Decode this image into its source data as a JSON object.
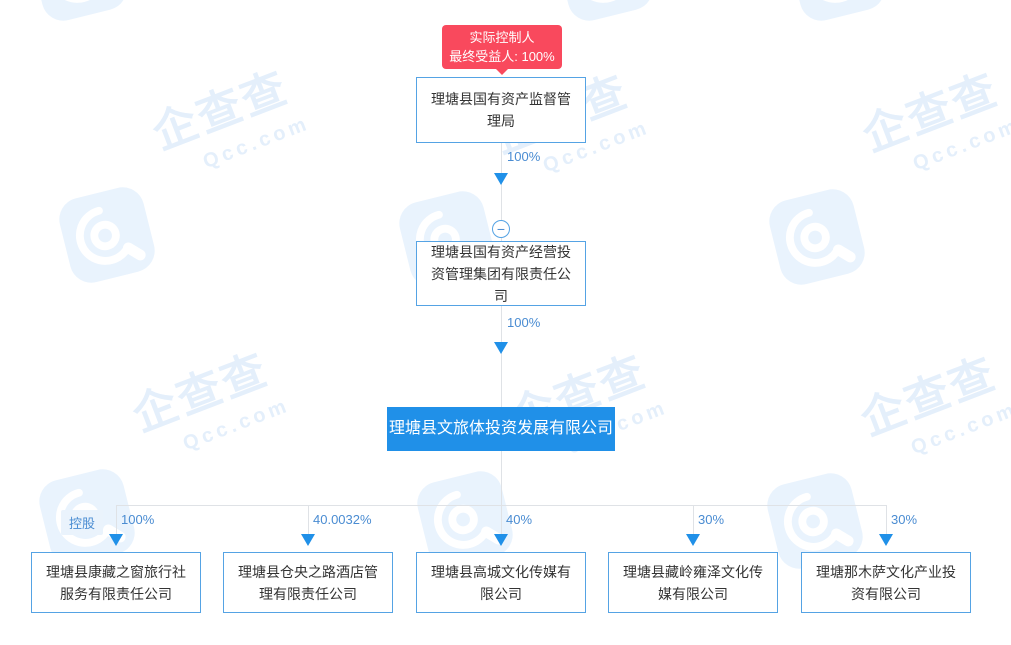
{
  "watermark": {
    "brand": "企查查",
    "domain": "Qcc.com"
  },
  "badge": {
    "line1": "实际控制人",
    "line2": "最终受益人: 100%"
  },
  "controls": {
    "collapse_glyph": "−"
  },
  "tree": {
    "root": {
      "name": "理塘县国有资产监督管理局"
    },
    "edge_root_to_l2_percent": "100%",
    "level2": {
      "name": "理塘县国有资产经营投资管理集团有限责任公司"
    },
    "edge_l2_to_focus_percent": "100%",
    "focus": {
      "name": "理塘县文旅体投资发展有限公司"
    },
    "holding_label": "控股",
    "children": [
      {
        "name": "理塘县康藏之窗旅行社服务有限责任公司",
        "percent": "100%"
      },
      {
        "name": "理塘县仓央之路酒店管理有限责任公司",
        "percent": "40.0032%"
      },
      {
        "name": "理塘县高城文化传媒有限公司",
        "percent": "40%"
      },
      {
        "name": "理塘县藏岭雍泽文化传媒有限公司",
        "percent": "30%"
      },
      {
        "name": "理塘那木萨文化产业投资有限公司",
        "percent": "30%"
      }
    ]
  },
  "colors": {
    "accent_blue": "#2090e8",
    "node_border_blue": "#55a3e4",
    "percent_text_blue": "#4a8cd2",
    "controller_badge_red": "#f9495d",
    "holding_badge_bg": "#eaf3fc",
    "connector_gray": "#dfe2e6",
    "watermark_blue": "#e4effb"
  }
}
